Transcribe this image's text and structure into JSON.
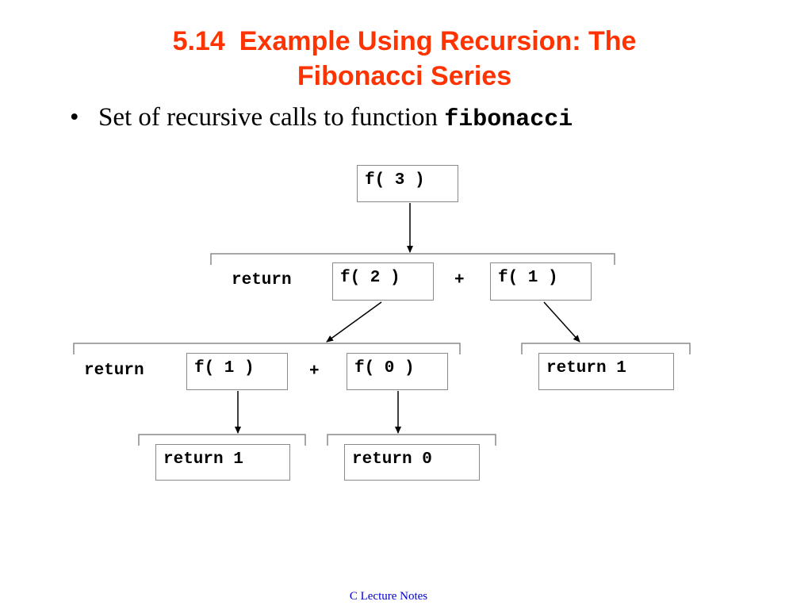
{
  "slide": {
    "title_number": "5.14",
    "title_line1": "Example Using Recursion: The",
    "title_line2": "Fibonacci Series",
    "bullet_symbol": "•",
    "bullet_text": "Set of recursive calls to function ",
    "bullet_code": "fibonacci",
    "footer": "C Lecture Notes"
  },
  "diagram": {
    "root": "f( 3 )",
    "level1": {
      "return_kw": "return",
      "left": "f( 2 )",
      "plus": "+",
      "right": "f( 1 )"
    },
    "level2": {
      "return_kw": "return",
      "left": "f( 1 )",
      "plus": "+",
      "right": "f( 0 )",
      "right_result": "return 1"
    },
    "level3": {
      "left_result": "return 1",
      "right_result": "return 0"
    }
  },
  "colors": {
    "title": "#ff3300",
    "footer": "#0000cc",
    "box_border": "#8a8a8a"
  }
}
